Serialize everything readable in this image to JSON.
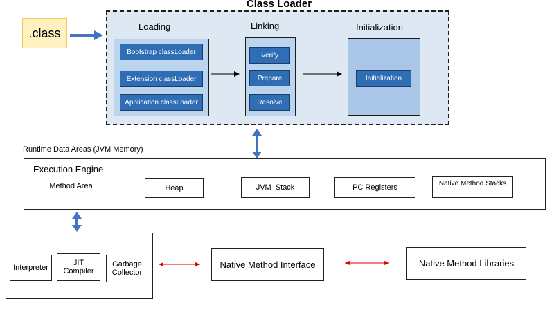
{
  "class_loader": {
    "title": "Class Loader",
    "class_file": ".class",
    "loading": {
      "title": "Loading",
      "items": [
        "Bootstrap classLoader",
        "Extension classLoader",
        "Application classLoader"
      ]
    },
    "linking": {
      "title": "Linking",
      "items": [
        "Verify",
        "Prepare",
        "Resolve"
      ]
    },
    "initialization": {
      "title": "Initialization",
      "item": "Initialization"
    }
  },
  "runtime": {
    "label": "Runtime Data Areas (JVM Memory)",
    "engine_title": "Execution Engine",
    "areas": [
      "Method Area",
      "Heap",
      "JVM  Stack",
      "PC Registers",
      "Native Method Stacks"
    ]
  },
  "engine_parts": {
    "interpreter": "Interpreter",
    "jit": [
      "JIT",
      "Compiler"
    ],
    "gc": [
      "Garbage",
      "Collector"
    ]
  },
  "native": {
    "interface": "Native Method Interface",
    "libraries": "Native Method Libraries"
  },
  "colors": {
    "region_fill": "#dde8f3",
    "panel_fill": "#bcd5ee",
    "button_fill": "#2f6db5",
    "arrow_blue": "#4472c4",
    "arrow_red": "#e00000",
    "class_fill": "#fff2c0"
  }
}
